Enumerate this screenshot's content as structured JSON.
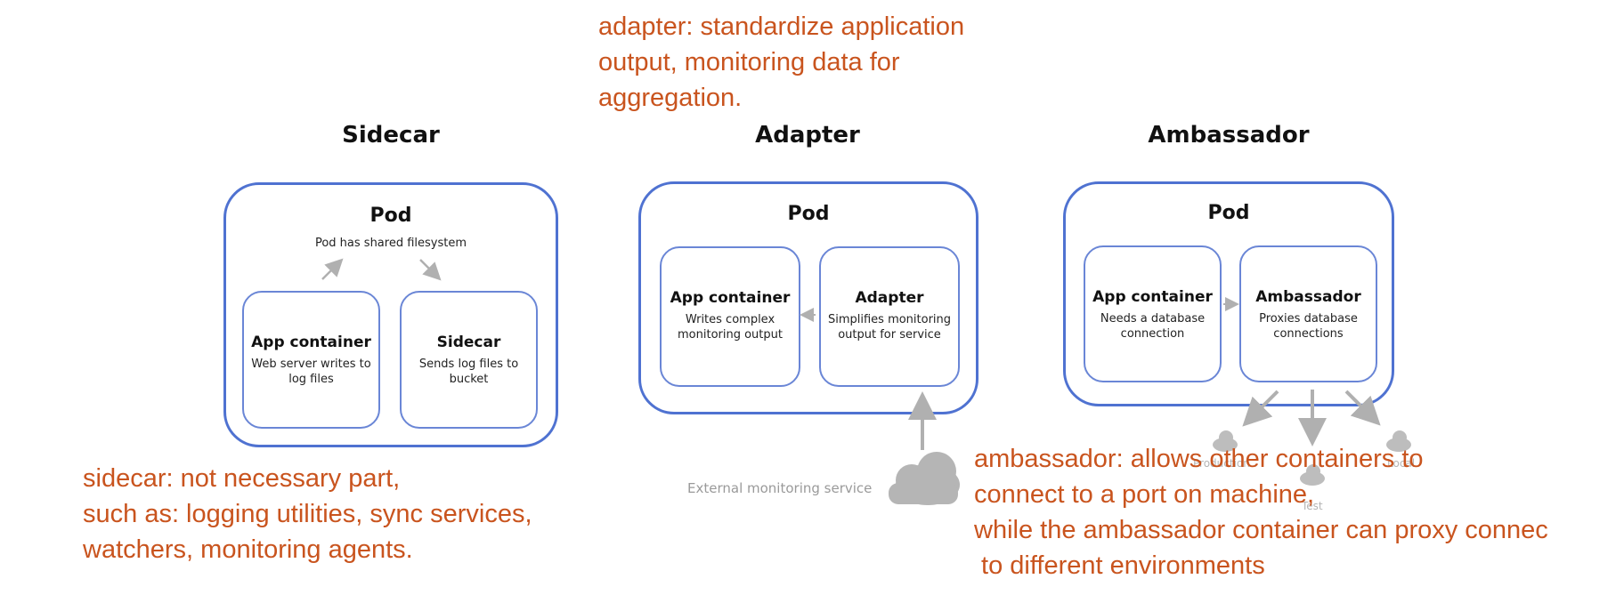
{
  "notes": {
    "adapter": [
      "adapter: standardize application",
      "output, monitoring data for",
      "aggregation."
    ],
    "sidecar": [
      "sidecar: not necessary part,",
      "such as: logging utilities, sync services,",
      "watchers, monitoring agents."
    ],
    "ambassador": [
      "ambassador: allows other containers to",
      "connect to a port on machine,",
      "while the ambassador container can proxy connec",
      " to different environments"
    ]
  },
  "sidecar": {
    "title": "Sidecar",
    "pod_title": "Pod",
    "pod_sub": "Pod has shared filesystem",
    "app": {
      "title": "App container",
      "desc": "Web server writes to log files"
    },
    "side": {
      "title": "Sidecar",
      "desc": "Sends log files to bucket"
    }
  },
  "adapter": {
    "title": "Adapter",
    "pod_title": "Pod",
    "app": {
      "title": "App container",
      "desc": "Writes complex monitoring output"
    },
    "adapter": {
      "title": "Adapter",
      "desc": "Simplifies monitoring output for service"
    },
    "external": "External monitoring service"
  },
  "ambassador": {
    "title": "Ambassador",
    "pod_title": "Pod",
    "app": {
      "title": "App container",
      "desc": "Needs a database connection"
    },
    "amb": {
      "title": "Ambassador",
      "desc": "Proxies database connections"
    },
    "env_labels": [
      "Production",
      "Test",
      "Local"
    ]
  },
  "colors": {
    "note": "#c9541e",
    "pod_border": "#4f72d1",
    "box_border": "#6a86d6",
    "arrow": "#b0b0b0"
  }
}
